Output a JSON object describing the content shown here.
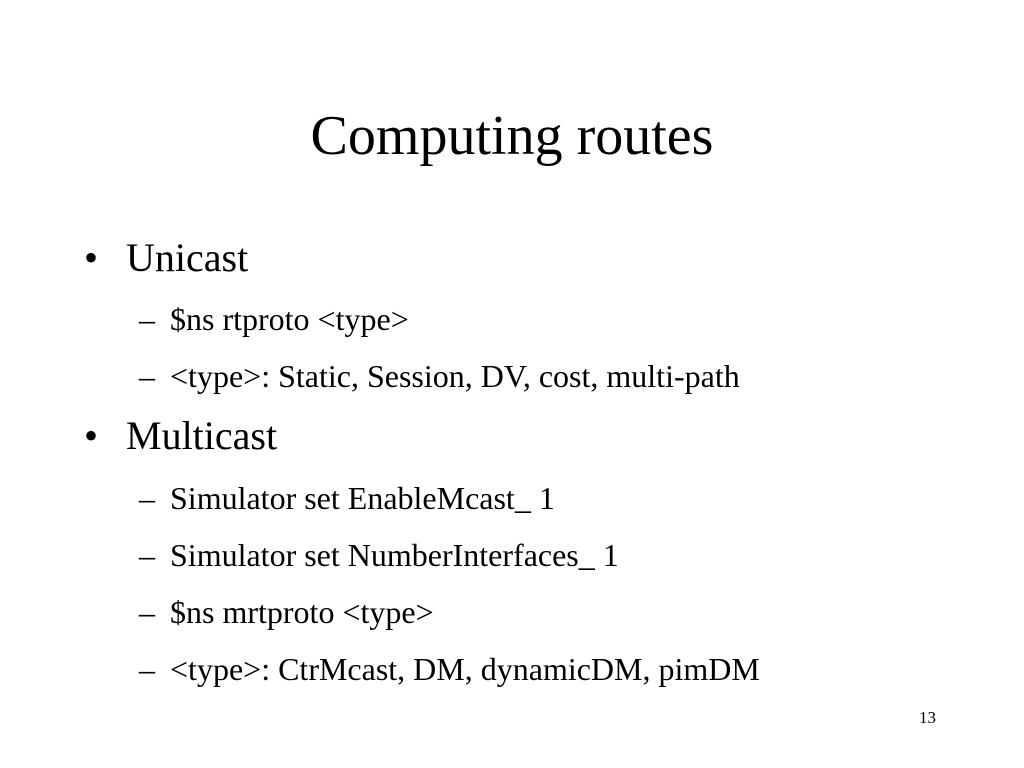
{
  "slide": {
    "title": "Computing routes",
    "bullet_symbol": "•",
    "sub_symbol": "–",
    "sections": [
      {
        "label": "Unicast",
        "items": [
          "$ns rtproto <type>",
          "<type>: Static, Session, DV, cost, multi-path"
        ]
      },
      {
        "label": "Multicast",
        "items": [
          "Simulator set EnableMcast_ 1",
          "Simulator set NumberInterfaces_ 1",
          "$ns mrtproto <type>",
          "<type>: CtrMcast, DM, dynamicDM, pimDM"
        ]
      }
    ],
    "page_number": "13"
  }
}
